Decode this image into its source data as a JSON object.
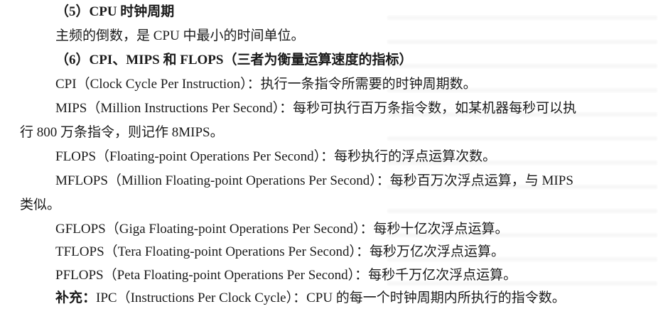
{
  "document": {
    "lines": [
      {
        "id": "h5",
        "text": "（5）CPU 时钟周期"
      },
      {
        "id": "p5",
        "text": "主频的倒数，是 CPU 中最小的时间单位。"
      },
      {
        "id": "h6",
        "text": "（6）CPI、MIPS 和 FLOPS（三者为衡量运算速度的指标）"
      },
      {
        "id": "cpi",
        "text": "CPI（Clock Cycle Per Instruction）：执行一条指令所需要的时钟周期数。"
      },
      {
        "id": "mips1",
        "text": "MIPS（Million Instructions Per Second）：每秒可执行百万条指令数，如某机器每秒可以执"
      },
      {
        "id": "mips2",
        "text": "行 800 万条指令，则记作 8MIPS。"
      },
      {
        "id": "flops",
        "text": "FLOPS（Floating-point Operations Per Second）：每秒执行的浮点运算次数。"
      },
      {
        "id": "mflops1",
        "text": "MFLOPS（Million Floating-point Operations Per Second）：每秒百万次浮点运算，与 MIPS"
      },
      {
        "id": "mflops2",
        "text": "类似。"
      },
      {
        "id": "gflops",
        "text": "GFLOPS（Giga Floating-point Operations Per Second）：每秒十亿次浮点运算。"
      },
      {
        "id": "tflops",
        "text": "TFLOPS（Tera Floating-point Operations Per Second）：每秒万亿次浮点运算。"
      },
      {
        "id": "pflops",
        "text": "PFLOPS（Peta Floating-point Operations Per Second）：每秒千万亿次浮点运算。"
      },
      {
        "id": "ipc",
        "label": "补充：",
        "text": "IPC（Instructions Per Clock Cycle）：CPU 的每一个时钟周期内所执行的指令数。"
      }
    ]
  }
}
